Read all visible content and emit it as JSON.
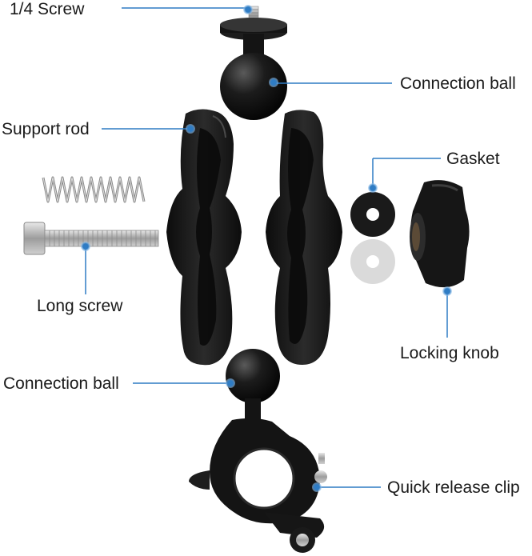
{
  "labels": {
    "screw_quarter": "1/4 Screw",
    "connection_ball_top": "Connection ball",
    "support_rod": "Support rod",
    "gasket": "Gasket",
    "long_screw": "Long screw",
    "locking_knob": "Locking knob",
    "connection_ball_bottom": "Connection ball",
    "quick_release_clip": "Quick release clip"
  },
  "colors": {
    "leader_line": "#2f7cc4",
    "marker_dot": "#2f7cc4",
    "part_black": "#161616",
    "part_highlight": "#3a3a3a",
    "metal": "#b9b9b9",
    "gasket_light": "#d9d9d9"
  }
}
